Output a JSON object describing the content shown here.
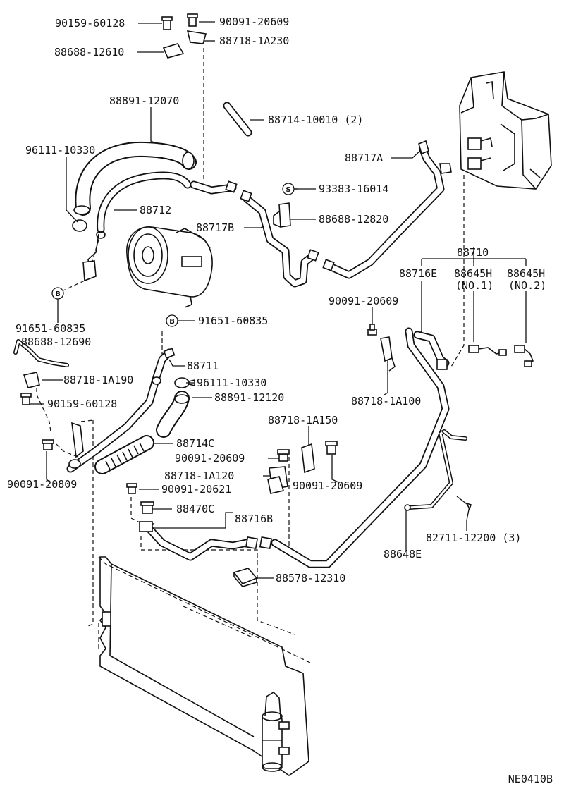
{
  "diagram": {
    "code": "NE0410B",
    "markers": {
      "b": "B",
      "s": "S"
    },
    "labels": {
      "p90159_60128_top": "90159-60128",
      "p90091_20609_top": "90091-20609",
      "p88688_12610": "88688-12610",
      "p88718_1A230": "88718-1A230",
      "p88891_12070": "88891-12070",
      "p88714_10010": "88714-10010 (2)",
      "p96111_10330_top": "96111-10330",
      "p88717A": "88717A",
      "p93383_16014": "93383-16014",
      "p88712": "88712",
      "p88688_12820": "88688-12820",
      "p88717B": "88717B",
      "p88710": "88710",
      "p88716E": "88716E",
      "p88645H_1": "88645H",
      "p88645H_2": "88645H",
      "no1": "(NO.1)",
      "no2": "(NO.2)",
      "p90091_20609_mid": "90091-20609",
      "p91651_60835_left": "91651-60835",
      "p88688_12690": "88688-12690",
      "p91651_60835_mid": "91651-60835",
      "p88711": "88711",
      "p88718_1A190": "88718-1A190",
      "p96111_10330_mid": "96111-10330",
      "p88891_12120": "88891-12120",
      "p90159_60128_mid": "90159-60128",
      "p88718_1A100": "88718-1A100",
      "p88714C": "88714C",
      "p88718_1A150": "88718-1A150",
      "p90091_20609_low": "90091-20609",
      "p90091_20809": "90091-20809",
      "p88718_1A120": "88718-1A120",
      "p90091_20609_right": "90091-20609",
      "p90091_20621": "90091-20621",
      "p88470C": "88470C",
      "p88716B": "88716B",
      "p82711_12200": "82711-12200 (3)",
      "p88648E": "88648E",
      "p88578_12310": "88578-12310"
    }
  }
}
